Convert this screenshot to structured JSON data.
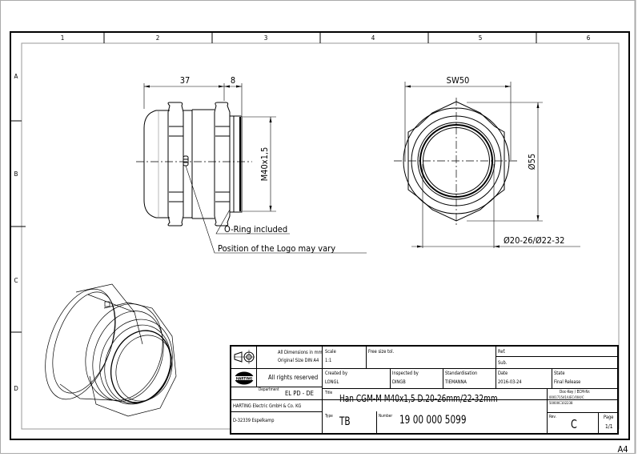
{
  "sheet": {
    "size_label": "A4",
    "columns": [
      "1",
      "2",
      "3",
      "4",
      "5",
      "6"
    ],
    "rows": [
      "A",
      "B",
      "C",
      "D"
    ]
  },
  "side_view": {
    "dim_length": "37",
    "dim_thread_length": "8",
    "dim_thread": "M40x1,5",
    "note_oring": "O-Ring included",
    "note_logo": "Position of the Logo may vary"
  },
  "front_view": {
    "dim_wrench": "SW50",
    "dim_diameter": "Ø55",
    "dim_clamping": "Ø20-26/Ø22-32"
  },
  "title_block": {
    "dimensions_note_1": "All Dimensions in mm",
    "dimensions_note_2": "Original Size DIN A4",
    "scale_label": "Scale",
    "scale_value": "1:1",
    "free_size_tol": "Free size tol.",
    "ref_label": "Ref.",
    "sub_label": "Sub.",
    "rights": "All rights reserved",
    "logo_text": "HARTING",
    "department_label": "Department",
    "department_value": "EL PD - DE",
    "created_by_label": "Created by",
    "created_by_value": "LONGL",
    "inspected_by_label": "Inspected by",
    "inspected_by_value": "DINGB",
    "standardisation_label": "Standardisation",
    "standardisation_value": "TIEMANNA",
    "date_label": "Date",
    "date_value": "2016-03-24",
    "state_label": "State",
    "state_value": "Final Release",
    "title_label": "Title",
    "title_value": "Han CGM-M M40x1,5 D.20-26mm/22-32mm",
    "doc_key_label": "Doc-Key / ECM-Nr.",
    "doc_key_value_1": "000171541/UEC/004/C",
    "doc_key_value_2": "50000C102238",
    "company_1": "HARTING Electric GmbH & Co. KG",
    "company_2": "D-32339 Espelkamp",
    "type_label": "Type",
    "type_value": "TB",
    "number_label": "Number",
    "number_value": "19 00 000 5099",
    "rev_label": "Rev.",
    "rev_value": "C",
    "page_label": "Page",
    "page_value": "1/1"
  }
}
